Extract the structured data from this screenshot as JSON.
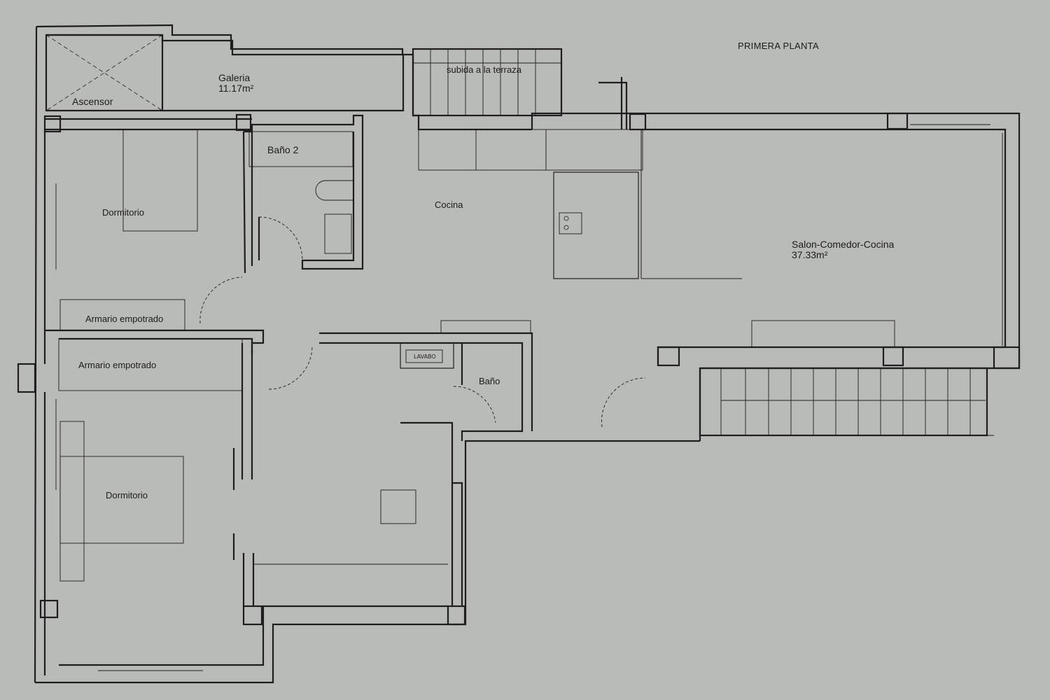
{
  "plan": {
    "title": "PRIMERA PLANTA",
    "rooms": {
      "ascensor": "Ascensor",
      "galeria": "Galeria",
      "galeria_area": "11.17m²",
      "subida": "subida a la terraza",
      "bano2": "Baño 2",
      "cocina": "Cocina",
      "dormitorio_top": "Dormitorio",
      "armario_top": "Armario empotrado",
      "armario_bottom": "Armario empotrado",
      "dormitorio_bottom": "Dormitorio",
      "salon": "Salon-Comedor-Cocina",
      "salon_area": "37.33m²",
      "bano": "Baño",
      "lavabo": "LAVABO"
    },
    "colors": {
      "paper": "#b9bbb8",
      "ink": "#1e1e1e"
    }
  }
}
